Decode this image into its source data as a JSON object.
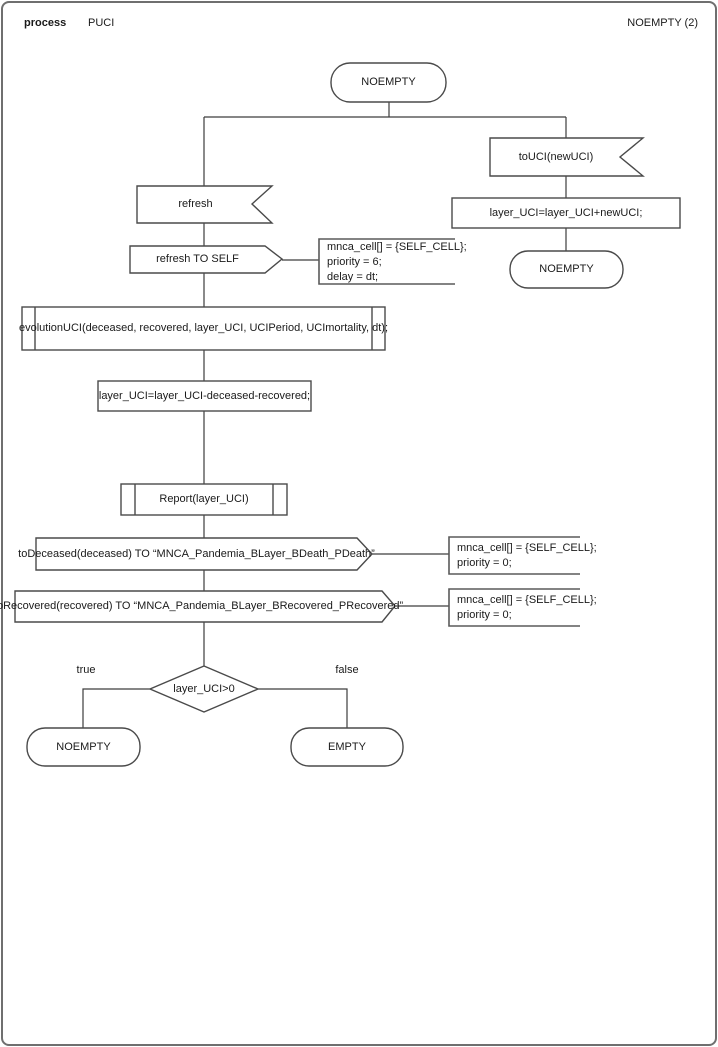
{
  "header": {
    "kind": "process",
    "name": "PUCI",
    "page": "NOEMPTY (2)"
  },
  "colors": {
    "stroke": "#4a4a4a",
    "frame": "#6f6f6f",
    "background": "#ffffff",
    "text": "#1a1a1a"
  },
  "diagram": {
    "start_state": "NOEMPTY",
    "right_branch": {
      "input_signal": "toUCI(newUCI)",
      "task": "layer_UCI=layer_UCI+newUCI;",
      "next_state": "NOEMPTY"
    },
    "left_branch": {
      "input_signal": "refresh",
      "send_self": "refresh TO SELF",
      "send_self_comment": [
        "mnca_cell[] = {SELF_CELL};",
        "priority = 6;",
        "delay = dt;"
      ],
      "procedure_call": "evolutionUCI(deceased, recovered, layer_UCI, UCIPeriod, UCImortality, dt);",
      "task": "layer_UCI=layer_UCI-deceased-recovered;",
      "report_call": "Report(layer_UCI)",
      "send_deceased": "toDeceased(deceased) TO “MNCA_Pandemia_BLayer_BDeath_PDeath”",
      "send_deceased_comment": [
        "mnca_cell[] = {SELF_CELL};",
        "priority = 0;"
      ],
      "send_recovered": "toRecovered(recovered) TO “MNCA_Pandemia_BLayer_BRecovered_PRecovered”",
      "send_recovered_comment": [
        "mnca_cell[] = {SELF_CELL};",
        "priority = 0;"
      ],
      "decision": "layer_UCI>0",
      "true_label": "true",
      "false_label": "false",
      "true_state": "NOEMPTY",
      "false_state": "EMPTY"
    }
  }
}
